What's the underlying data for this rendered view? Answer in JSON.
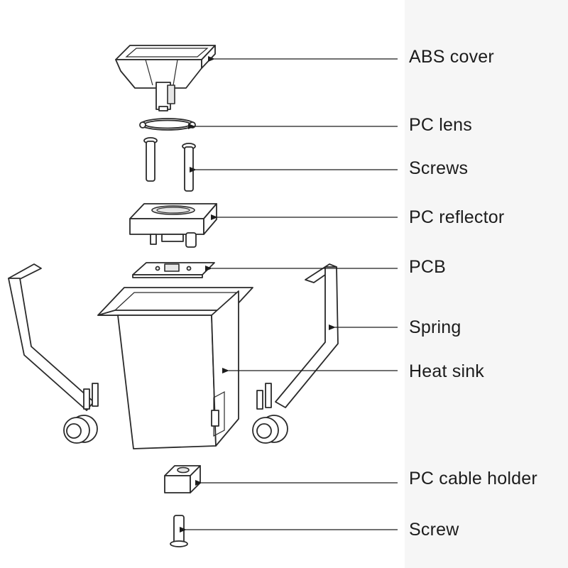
{
  "colors": {
    "background": "#ffffff",
    "right_band": "#f6f6f6",
    "line": "#2a2a2a",
    "text": "#1c1c1c"
  },
  "labels": [
    {
      "id": "abs-cover",
      "text": "ABS cover"
    },
    {
      "id": "pc-lens",
      "text": "PC lens"
    },
    {
      "id": "screws",
      "text": "Screws"
    },
    {
      "id": "pc-reflector",
      "text": "PC reflector"
    },
    {
      "id": "pcb",
      "text": "PCB"
    },
    {
      "id": "spring",
      "text": "Spring"
    },
    {
      "id": "heat-sink",
      "text": "Heat sink"
    },
    {
      "id": "pc-cable-holder",
      "text": "PC cable holder"
    },
    {
      "id": "screw",
      "text": "Screw"
    }
  ]
}
